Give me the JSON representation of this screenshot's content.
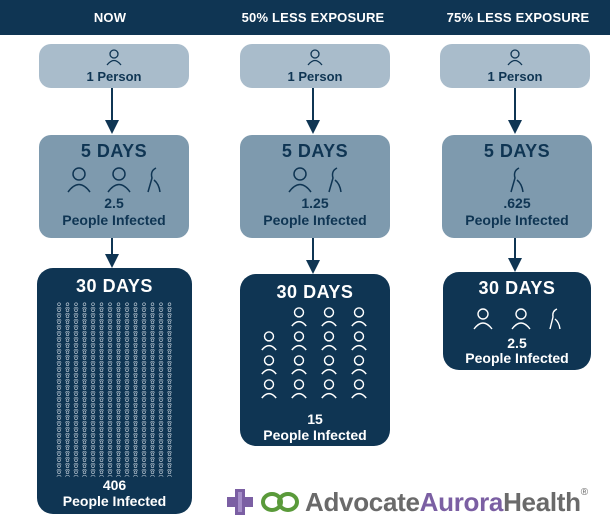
{
  "header": {
    "col1": "NOW",
    "col2": "50% LESS EXPOSURE",
    "col3": "75% LESS EXPOSURE"
  },
  "columns": [
    {
      "person_label": "1 Person",
      "five_days": {
        "title": "5 DAYS",
        "value": "2.5",
        "caption": "People Infected"
      },
      "thirty_days": {
        "title": "30 DAYS",
        "value": "406",
        "caption": "People Infected"
      }
    },
    {
      "person_label": "1 Person",
      "five_days": {
        "title": "5 DAYS",
        "value": "1.25",
        "caption": "People Infected"
      },
      "thirty_days": {
        "title": "30 DAYS",
        "value": "15",
        "caption": "People Infected"
      }
    },
    {
      "person_label": "1 Person",
      "five_days": {
        "title": "5 DAYS",
        "value": ".625",
        "caption": "People Infected"
      },
      "thirty_days": {
        "title": "30 DAYS",
        "value": "2.5",
        "caption": "People Infected"
      }
    }
  ],
  "logo": {
    "part1": "Advocate",
    "part2": "Aurora",
    "part3": "Health",
    "mark": "®"
  },
  "colors": {
    "navy": "#0f3553",
    "light": "#a9bccb",
    "mid": "#7e9aae",
    "logo_green": "#5a9a3a",
    "logo_purple": "#7b5fa3",
    "logo_gray": "#6a6a6a"
  },
  "icons": {
    "person": "person-icon",
    "partial_person": "half-person-icon"
  }
}
